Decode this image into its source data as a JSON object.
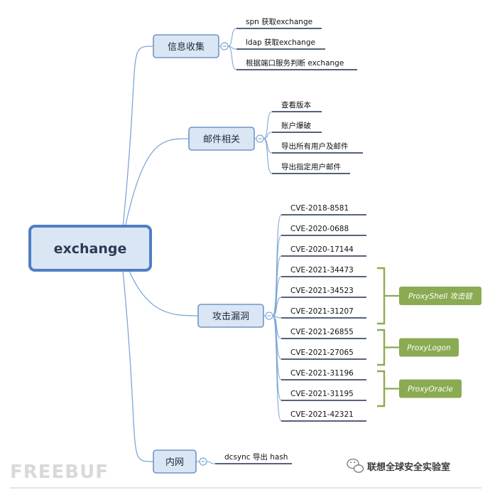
{
  "root": {
    "label": "exchange"
  },
  "branches": [
    {
      "id": "info",
      "label": "信息收集",
      "leaves": [
        "spn 获取exchange",
        "ldap 获取exchange",
        "根据端口服务判断 exchange"
      ]
    },
    {
      "id": "mail",
      "label": "邮件相关",
      "leaves": [
        "查看版本",
        "账户爆破",
        "导出所有用户及邮件",
        "导出指定用户邮件"
      ]
    },
    {
      "id": "vuln",
      "label": "攻击漏洞",
      "leaves": [
        "CVE-2018-8581",
        "CVE-2020-0688",
        "CVE-2020-17144",
        "CVE-2021-34473",
        "CVE-2021-34523",
        "CVE-2021-31207",
        "CVE-2021-26855",
        "CVE-2021-27065",
        "CVE-2021-31196",
        "CVE-2021-31195",
        "CVE-2021-42321"
      ]
    },
    {
      "id": "intranet",
      "label": "内网",
      "leaves": [
        "dcsync 导出 hash"
      ]
    }
  ],
  "groups": [
    {
      "label": "ProxyShell 攻击链",
      "from": 3,
      "to": 5
    },
    {
      "label": "ProxyLogon",
      "from": 6,
      "to": 7
    },
    {
      "label": "ProxyOracle",
      "from": 8,
      "to": 9
    }
  ],
  "watermark": {
    "text": "FREEBUF"
  },
  "brand": {
    "text": "联想全球安全实验室"
  },
  "colors": {
    "line": "#7fa6d8",
    "node_fill": "#dbe6f4",
    "node_stroke": "#6f95c8",
    "root_stroke": "#4f7fc4",
    "tag": "#8aab52",
    "leaf_line": "#1e2f4f"
  }
}
